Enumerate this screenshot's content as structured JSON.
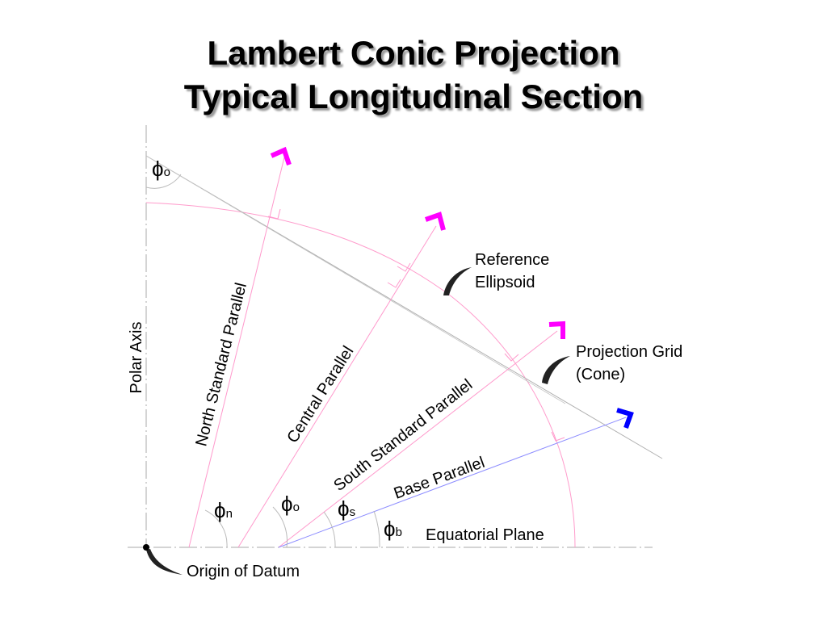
{
  "title": {
    "line1": "Lambert Conic Projection",
    "line2": "Typical Longitudinal Section"
  },
  "colors": {
    "accent_magenta": "#ff00ff",
    "accent_blue": "#0000ff",
    "parallel_lines": "#ff99cc",
    "base_parallel_line": "#8c8cff",
    "grid_lines": "#b0b0b0",
    "leader": "#333333"
  },
  "labels": {
    "polar_axis": "Polar Axis",
    "north_standard_parallel": "North Standard Parallel",
    "central_parallel": "Central Parallel",
    "south_standard_parallel": "South Standard Parallel",
    "base_parallel": "Base Parallel",
    "equatorial_plane": "Equatorial Plane",
    "origin_of_datum": "Origin of Datum",
    "reference_ellipsoid_line1": "Reference",
    "reference_ellipsoid_line2": "Ellipsoid",
    "projection_grid_line1": "Projection Grid",
    "projection_grid_line2": "(Cone)"
  },
  "angles": {
    "phi_symbol": "ϕ",
    "top": {
      "sub": "o"
    },
    "north": {
      "sub": "n"
    },
    "central": {
      "sub": "o"
    },
    "south": {
      "sub": "s"
    },
    "base": {
      "sub": "b"
    }
  }
}
